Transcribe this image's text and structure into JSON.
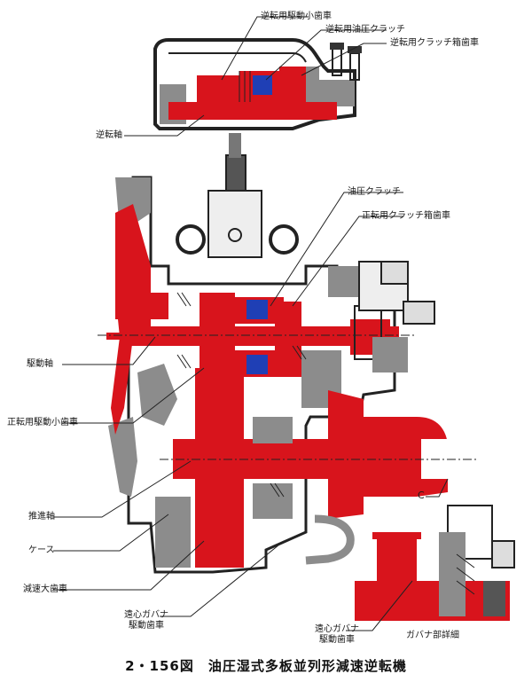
{
  "caption": "2・156図　油圧湿式多板並列形減速逆転機",
  "labels": {
    "reverse_drive_pinion": "逆転用駆動小歯車",
    "reverse_hyd_clutch": "逆転用油圧クラッチ",
    "reverse_clutch_gear": "逆転用クラッチ箱歯車",
    "reverse_shaft": "逆転軸",
    "hyd_clutch": "油圧クラッチ",
    "forward_clutch_gear": "正転用クラッチ箱歯車",
    "drive_shaft": "駆動軸",
    "forward_drive_pinion": "正転用駆動小歯車",
    "propeller_shaft": "推進軸",
    "case": "ケース",
    "reduction_gear": "減速大歯車",
    "governor_drive_gear_1": "遠心ガバナ\n駆動歯車",
    "governor_drive_gear_2": "遠心ガバナ\n駆動歯車",
    "governor_detail": "ガバナ部詳細",
    "marker_c": "C"
  },
  "colors": {
    "red": "#d8141c",
    "blue": "#1f3fb5",
    "gray": "#8c8c8c",
    "dark": "#333333"
  }
}
